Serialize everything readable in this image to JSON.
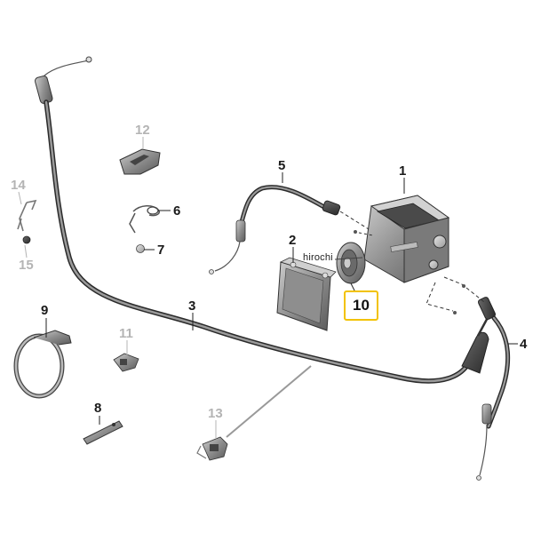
{
  "callouts": {
    "c1": "1",
    "c2": "2",
    "c3": "3",
    "c4": "4",
    "c5": "5",
    "c6": "6",
    "c7": "7",
    "c8": "8",
    "c9": "9",
    "c10": "10",
    "c11": "11",
    "c12": "12",
    "c13": "13",
    "c14": "14",
    "c15": "15"
  },
  "watermark": "hirochi",
  "colors": {
    "highlight_border": "#f2c200",
    "part_grey": "#8a8a8a",
    "faded_label": "#b4b4b4"
  }
}
